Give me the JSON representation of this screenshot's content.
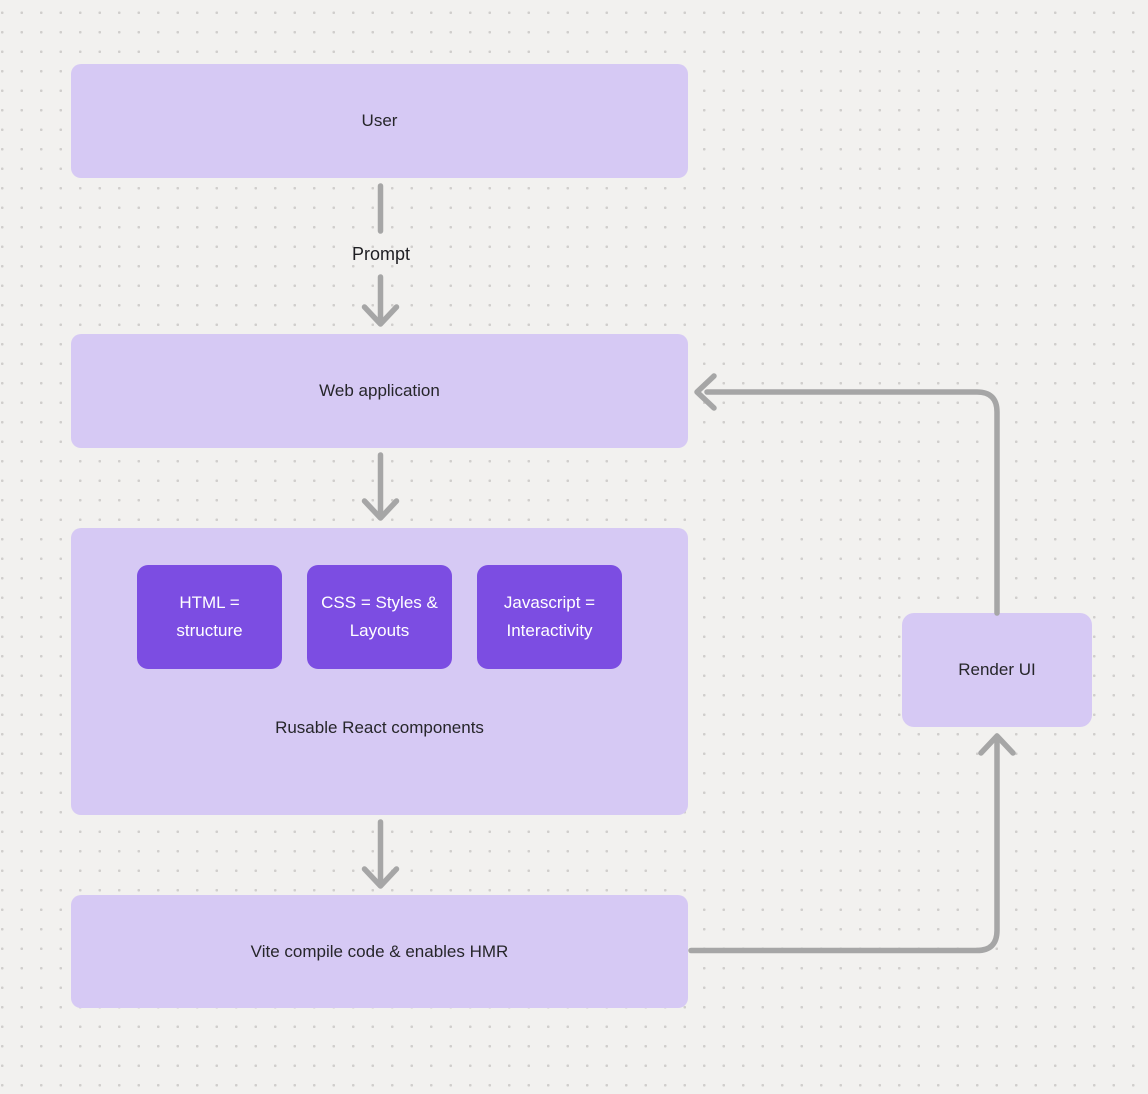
{
  "diagram": {
    "nodes": {
      "user": {
        "label": "User"
      },
      "web_application": {
        "label": "Web application"
      },
      "components_group": {
        "caption": "Rusable React components",
        "children": [
          {
            "label": "HTML = structure"
          },
          {
            "label": "CSS = Styles & Layouts"
          },
          {
            "label": "Javascript = Interactivity"
          }
        ]
      },
      "vite": {
        "label": "Vite compile code & enables HMR"
      },
      "render_ui": {
        "label": "Render UI"
      }
    },
    "edges": {
      "prompt_label": "Prompt"
    },
    "colors": {
      "background": "#f2f1ef",
      "dot_grid": "#d0cecc",
      "node_fill": "#d6c9f4",
      "child_node_fill": "#7c4de2",
      "child_node_text": "#ffffff",
      "node_text": "#26262a",
      "arrow": "#a6a6a6"
    }
  }
}
